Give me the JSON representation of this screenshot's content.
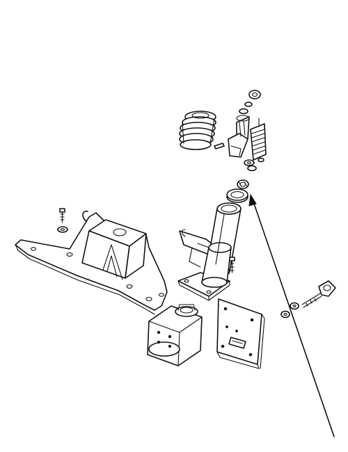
{
  "diagram": {
    "type": "exploded-parts-drawing",
    "line_color": "#111111",
    "background": "#ffffff",
    "parts": [
      "mounting-bracket",
      "bracket-bolt",
      "bracket-washer",
      "column-base",
      "column-tube",
      "column-bolt",
      "bellows-boot",
      "roll-pin",
      "upper-shaft",
      "spring",
      "nut-stack",
      "bearing-ring",
      "connector-block",
      "mounting-plate",
      "knob-screw",
      "knob-washer",
      "callout-arrow"
    ]
  }
}
